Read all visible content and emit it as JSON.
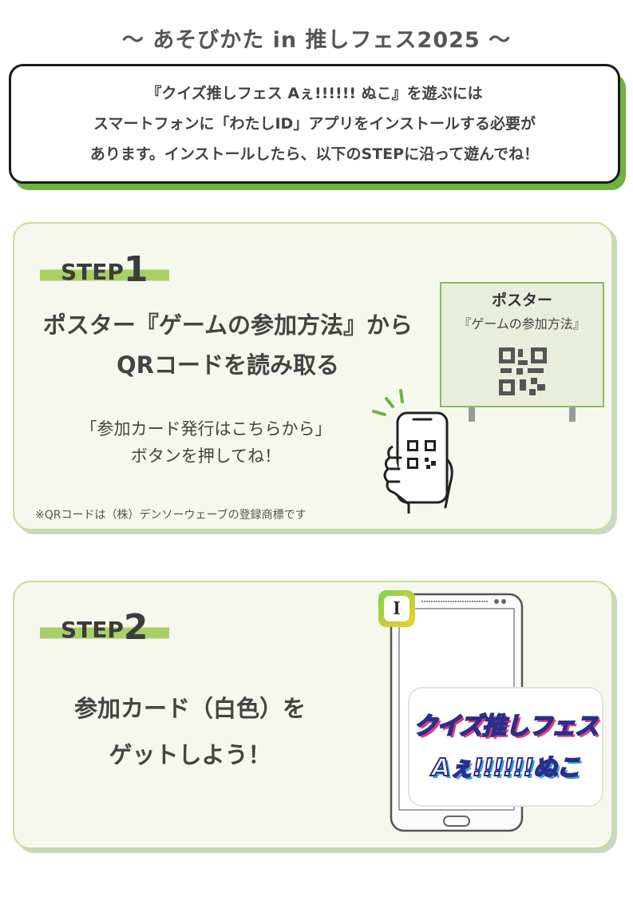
{
  "header": {
    "title": "～ あそびかた in 推しフェス2025 ～"
  },
  "intro": {
    "lines": [
      "『クイズ推しフェス Aぇ!!!!!! ぬこ』を遊ぶには",
      "スマートフォンに「わたしID」アプリをインストールする必要が",
      "あります。インストールしたら、以下のSTEPに沿って遊んでね！"
    ]
  },
  "step1": {
    "label": "STEP",
    "number": "1",
    "heading_lines": [
      "ポスター『ゲームの参加方法』から",
      "QRコードを読み取る"
    ],
    "instruction_lines": [
      "「参加カード発行はこちらから」",
      "ボタンを押してね！"
    ],
    "note": "※QRコードは（株）デンソーウェーブの登録商標です",
    "poster": {
      "title": "ポスター",
      "subtitle": "『ゲームの参加方法』"
    }
  },
  "step2": {
    "label": "STEP",
    "number": "2",
    "heading_lines": [
      "参加カード（白色）を",
      "ゲットしよう！"
    ],
    "app_icon_letter": "I",
    "logo_lines": [
      "クイズ推しフェス",
      "Aぇ!!!!!!ぬこ"
    ]
  },
  "colors": {
    "accent_green": "#6cb33f",
    "highlight": "#a8d067",
    "card_bg": "#f6f8ee"
  },
  "icons": [
    "qr-code-icon",
    "hand-phone-icon",
    "smartphone-icon",
    "app-icon"
  ]
}
